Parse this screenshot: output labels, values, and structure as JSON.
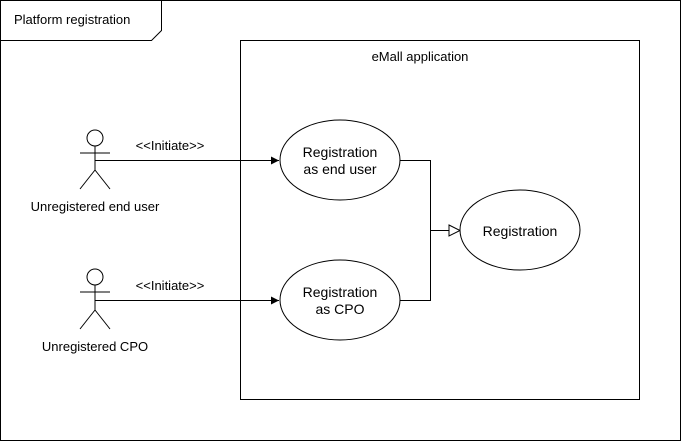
{
  "diagram": {
    "frame_title": "Platform registration",
    "system_title": "eMall application",
    "actors": [
      {
        "label": "Unregistered end user"
      },
      {
        "label": "Unregistered CPO"
      }
    ],
    "associations": [
      {
        "label": "<<Initiate>>"
      },
      {
        "label": "<<Initiate>>"
      }
    ],
    "use_cases": {
      "end_user": {
        "line1": "Registration",
        "line2": "as end user"
      },
      "cpo": {
        "line1": "Registration",
        "line2": "as CPO"
      },
      "general": {
        "label": "Registration"
      }
    }
  }
}
